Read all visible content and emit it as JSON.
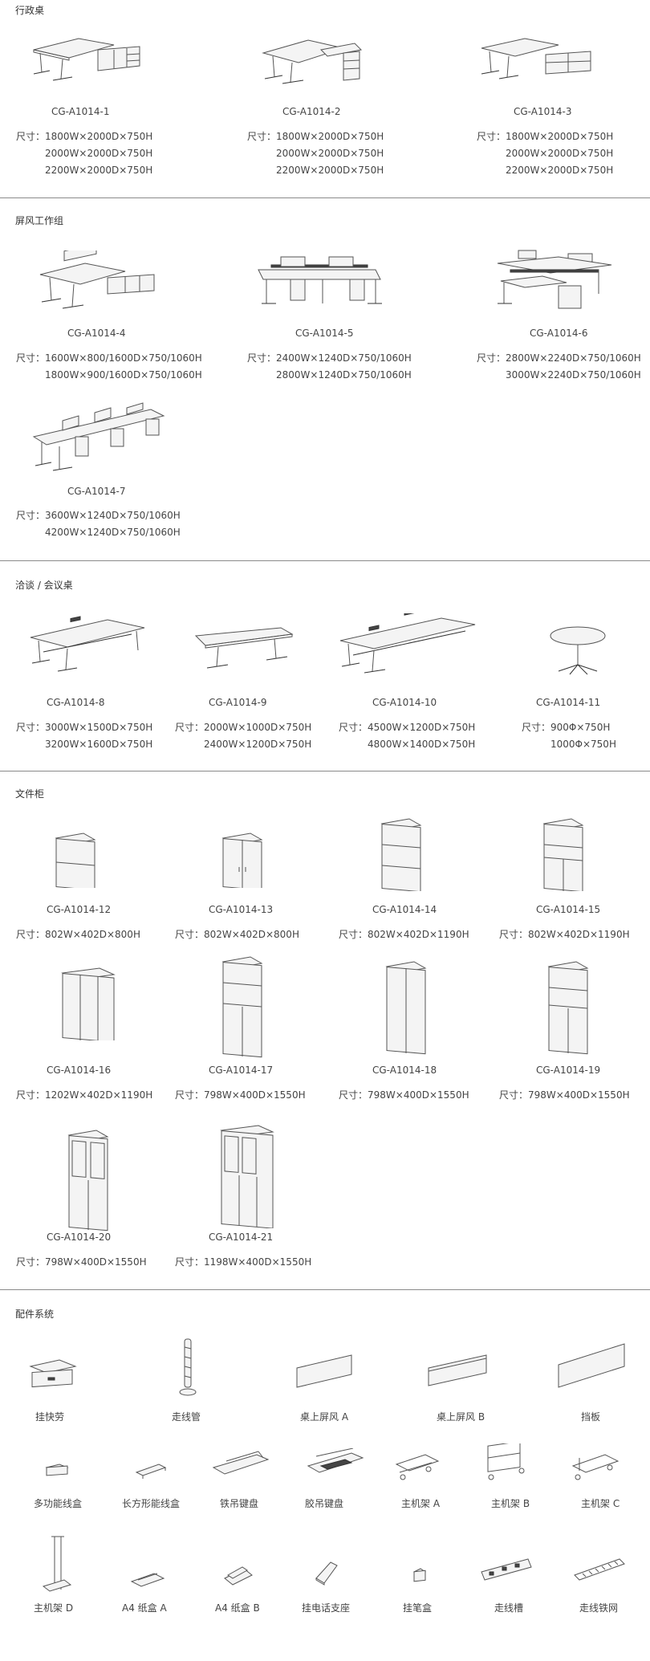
{
  "sections": {
    "executive": {
      "title": "行政桌",
      "items": [
        {
          "code": "CG-A1014-1",
          "spec_label": "尺寸：",
          "specs": [
            "1800W×2000D×750H",
            "2000W×2000D×750H",
            "2200W×2000D×750H"
          ]
        },
        {
          "code": "CG-A1014-2",
          "spec_label": "尺寸：",
          "specs": [
            "1800W×2000D×750H",
            "2000W×2000D×750H",
            "2200W×2000D×750H"
          ]
        },
        {
          "code": "CG-A1014-3",
          "spec_label": "尺寸：",
          "specs": [
            "1800W×2000D×750H",
            "2000W×2000D×750H",
            "2200W×2000D×750H"
          ]
        }
      ]
    },
    "screen": {
      "title": "屏风工作组",
      "items": [
        {
          "code": "CG-A1014-4",
          "spec_label": "尺寸：",
          "specs": [
            "1600W×800/1600D×750/1060H",
            "1800W×900/1600D×750/1060H"
          ]
        },
        {
          "code": "CG-A1014-5",
          "spec_label": "尺寸：",
          "specs": [
            "2400W×1240D×750/1060H",
            "2800W×1240D×750/1060H"
          ]
        },
        {
          "code": "CG-A1014-6",
          "spec_label": "尺寸：",
          "specs": [
            "2800W×2240D×750/1060H",
            "3000W×2240D×750/1060H"
          ]
        },
        {
          "code": "CG-A1014-7",
          "spec_label": "尺寸：",
          "specs": [
            "3600W×1240D×750/1060H",
            "4200W×1240D×750/1060H"
          ]
        }
      ]
    },
    "meeting": {
      "title": "洽谈 / 会议桌",
      "items": [
        {
          "code": "CG-A1014-8",
          "spec_label": "尺寸：",
          "specs": [
            "3000W×1500D×750H",
            "3200W×1600D×750H"
          ]
        },
        {
          "code": "CG-A1014-9",
          "spec_label": "尺寸：",
          "specs": [
            "2000W×1000D×750H",
            "2400W×1200D×750H"
          ]
        },
        {
          "code": "CG-A1014-10",
          "spec_label": "尺寸：",
          "specs": [
            "4500W×1200D×750H",
            "4800W×1400D×750H"
          ]
        },
        {
          "code": "CG-A1014-11",
          "spec_label": "尺寸：",
          "specs": [
            "900Φ×750H",
            "1000Φ×750H"
          ]
        }
      ]
    },
    "cabinet": {
      "title": "文件柜",
      "items": [
        {
          "code": "CG-A1014-12",
          "spec_label": "尺寸：",
          "specs": [
            "802W×402D×800H"
          ]
        },
        {
          "code": "CG-A1014-13",
          "spec_label": "尺寸：",
          "specs": [
            "802W×402D×800H"
          ]
        },
        {
          "code": "CG-A1014-14",
          "spec_label": "尺寸：",
          "specs": [
            "802W×402D×1190H"
          ]
        },
        {
          "code": "CG-A1014-15",
          "spec_label": "尺寸：",
          "specs": [
            "802W×402D×1190H"
          ]
        },
        {
          "code": "CG-A1014-16",
          "spec_label": "尺寸：",
          "specs": [
            "1202W×402D×1190H"
          ]
        },
        {
          "code": "CG-A1014-17",
          "spec_label": "尺寸：",
          "specs": [
            "798W×400D×1550H"
          ]
        },
        {
          "code": "CG-A1014-18",
          "spec_label": "尺寸：",
          "specs": [
            "798W×400D×1550H"
          ]
        },
        {
          "code": "CG-A1014-19",
          "spec_label": "尺寸：",
          "specs": [
            "798W×400D×1550H"
          ]
        },
        {
          "code": "CG-A1014-20",
          "spec_label": "尺寸：",
          "specs": [
            "798W×400D×1550H"
          ]
        },
        {
          "code": "CG-A1014-21",
          "spec_label": "尺寸：",
          "specs": [
            "1198W×400D×1550H"
          ]
        }
      ]
    },
    "accessories": {
      "title": "配件系统",
      "items": [
        "挂快劳",
        "走线管",
        "桌上屏风 A",
        "桌上屏风 B",
        "挡板",
        "多功能线盒",
        "长方形能线盒",
        "铁吊键盘",
        "胶吊键盘",
        "主机架 A",
        "主机架 B",
        "主机架 C",
        "主机架 D",
        "A4 纸盒 A",
        "A4 纸盒 B",
        "挂电话支座",
        "挂笔盒",
        "走线槽",
        "走线铁网"
      ]
    }
  }
}
